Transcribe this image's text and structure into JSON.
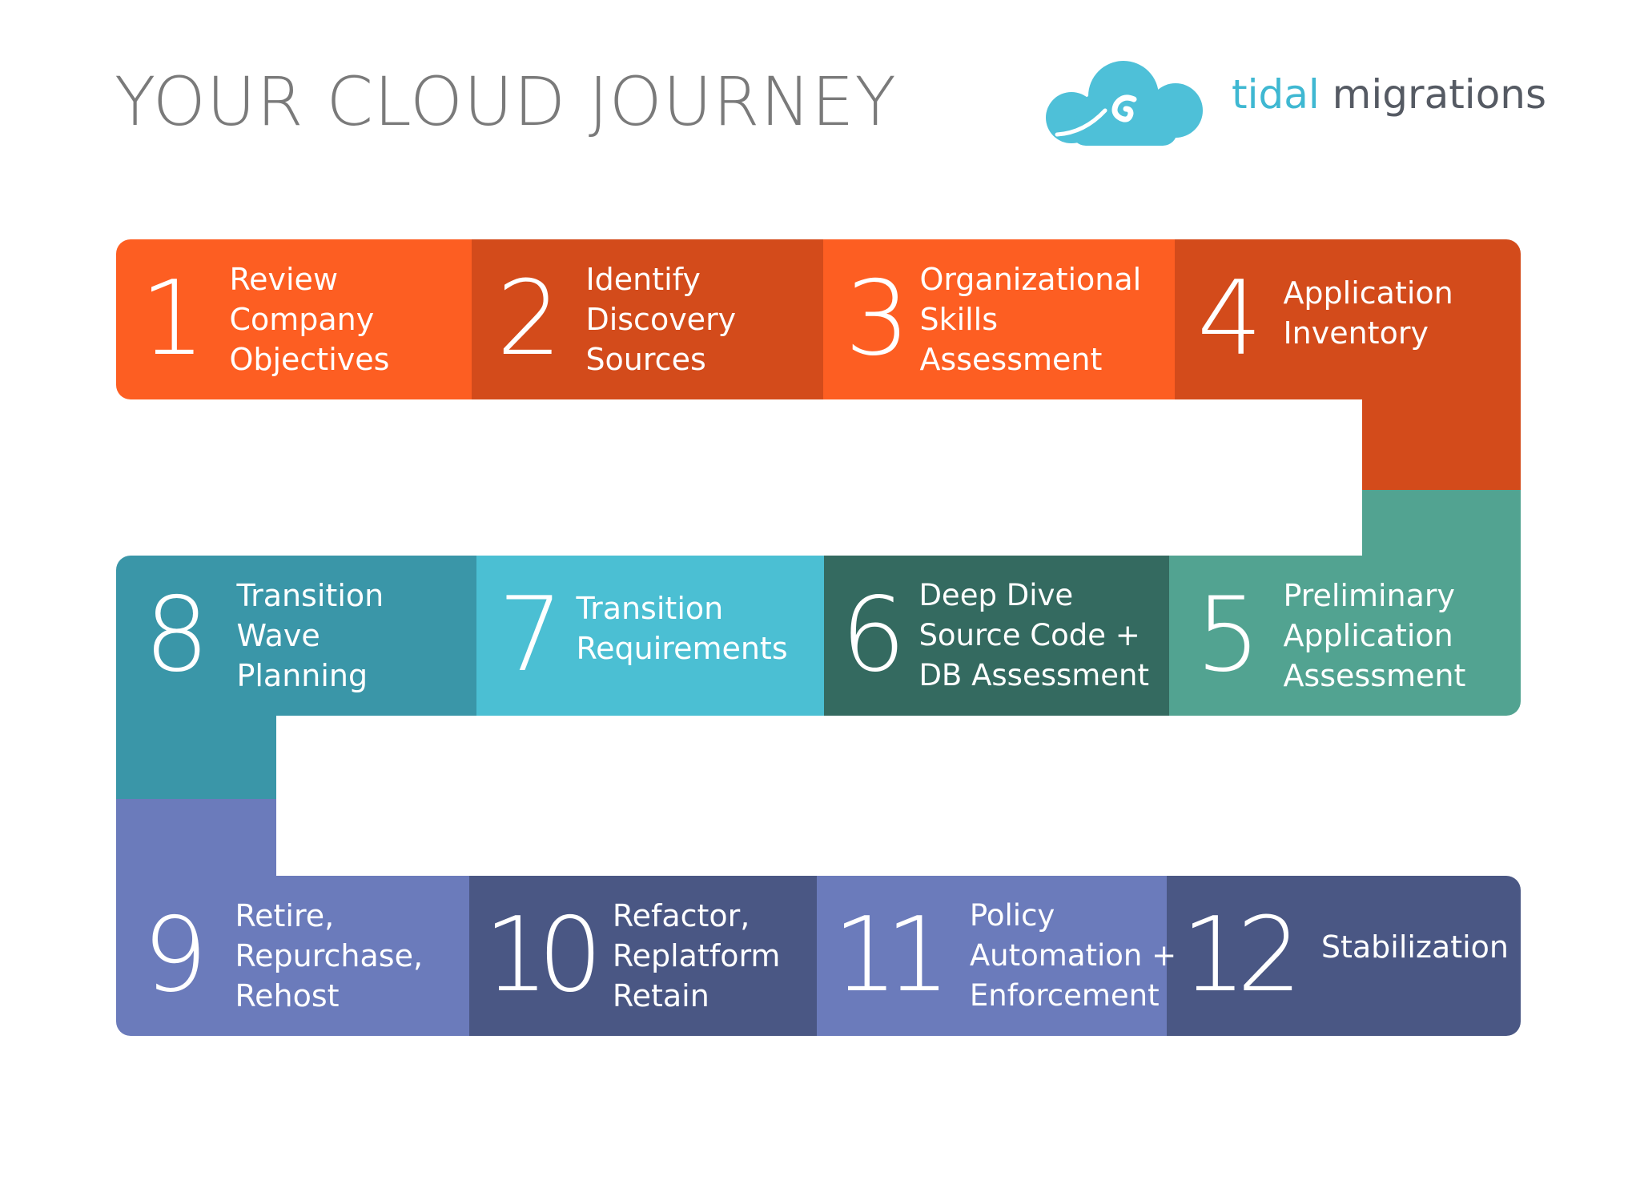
{
  "title": "YOUR CLOUD JOURNEY",
  "logo": {
    "word1": "tidal",
    "word2": "migrations",
    "icon": "cloud-wave-icon",
    "color": "#4ec0d8",
    "text_color": "#555a63"
  },
  "colors": {
    "orange": "#fd5e22",
    "rust": "#d34b1b",
    "sea": "#52a391",
    "forest": "#346a60",
    "sky": "#4bbfd3",
    "teal": "#3a96a8",
    "periwinkle": "#6b7bbb",
    "navy": "#4a5784"
  },
  "steps": [
    {
      "number": "1",
      "label": "Review\nCompany\nObjectives"
    },
    {
      "number": "2",
      "label": "Identify\nDiscovery\nSources"
    },
    {
      "number": "3",
      "label": "Organizational\nSkills\nAssessment"
    },
    {
      "number": "4",
      "label": "Application\nInventory"
    },
    {
      "number": "5",
      "label": "Preliminary\nApplication\nAssessment"
    },
    {
      "number": "6",
      "label": "Deep Dive\nSource Code +\nDB Assessment"
    },
    {
      "number": "7",
      "label": "Transition\nRequirements"
    },
    {
      "number": "8",
      "label": "Transition\nWave\nPlanning"
    },
    {
      "number": "9",
      "label": "Retire,\nRepurchase,\nRehost"
    },
    {
      "number": "10",
      "label": "Refactor,\nReplatform\nRetain"
    },
    {
      "number": "11",
      "label": "Policy\nAutomation +\nEnforcement"
    },
    {
      "number": "12",
      "label": "Stabilization"
    }
  ]
}
